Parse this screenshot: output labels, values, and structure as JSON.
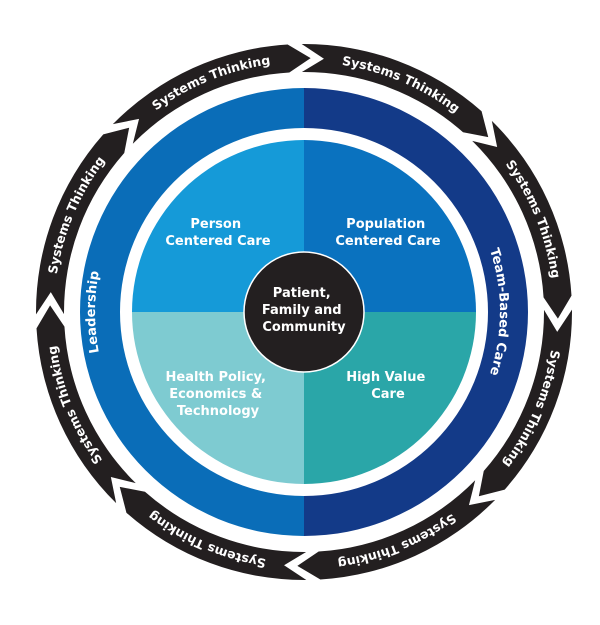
{
  "diagram": {
    "outer_arrows": {
      "label": "Systems Thinking",
      "count": 8,
      "direction": "clockwise",
      "color": "#231f20"
    },
    "middle_ring": {
      "left": {
        "label": "Leadership",
        "color": "#0a6db8"
      },
      "right": {
        "label": "Team-Based Care",
        "color": "#133a88"
      }
    },
    "quadrants": [
      {
        "id": "top-left",
        "lines": [
          "Person",
          "Centered Care"
        ],
        "color": "#159ad8"
      },
      {
        "id": "top-right",
        "lines": [
          "Population",
          "Centered Care"
        ],
        "color": "#0a72bf"
      },
      {
        "id": "bottom-left",
        "lines": [
          "Health Policy,",
          "Economics &",
          "Technology"
        ],
        "color": "#7ecbd1"
      },
      {
        "id": "bottom-right",
        "lines": [
          "High Value",
          "Care"
        ],
        "color": "#2aa6a8"
      }
    ],
    "center": {
      "lines": [
        "Patient,",
        "Family and",
        "Community"
      ],
      "color": "#231f20"
    }
  }
}
